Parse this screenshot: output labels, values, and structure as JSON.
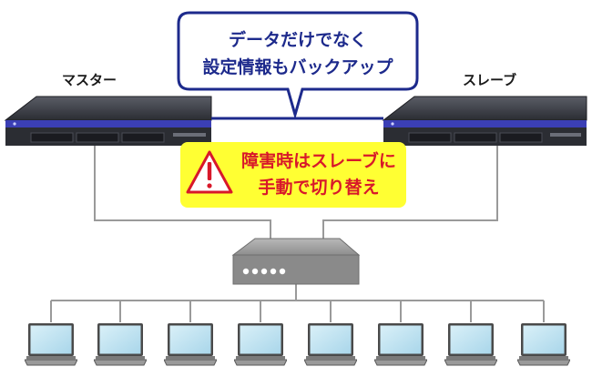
{
  "labels": {
    "master": "マスター",
    "slave": "スレーブ"
  },
  "callout": {
    "line1": "データだけでなく",
    "line2": "設定情報もバックアップ"
  },
  "warning": {
    "line1": "障害時はスレーブに",
    "line2": "手動で切り替え"
  },
  "colors": {
    "callout_border": "#1d2a8c",
    "callout_text": "#1d2a8c",
    "warning_bg": "#ffff33",
    "warning_text": "#d8182a",
    "network_line": "#9a9a9a",
    "server_body": "#2b2d33",
    "server_accent": "#3b3fb5",
    "switch_body": "#8a8a8a",
    "laptop_screen": "#bfe3f1"
  },
  "icons": {
    "warning": "warning-triangle-icon",
    "server": "rack-server-icon",
    "switch": "network-switch-icon",
    "laptop": "laptop-icon"
  }
}
